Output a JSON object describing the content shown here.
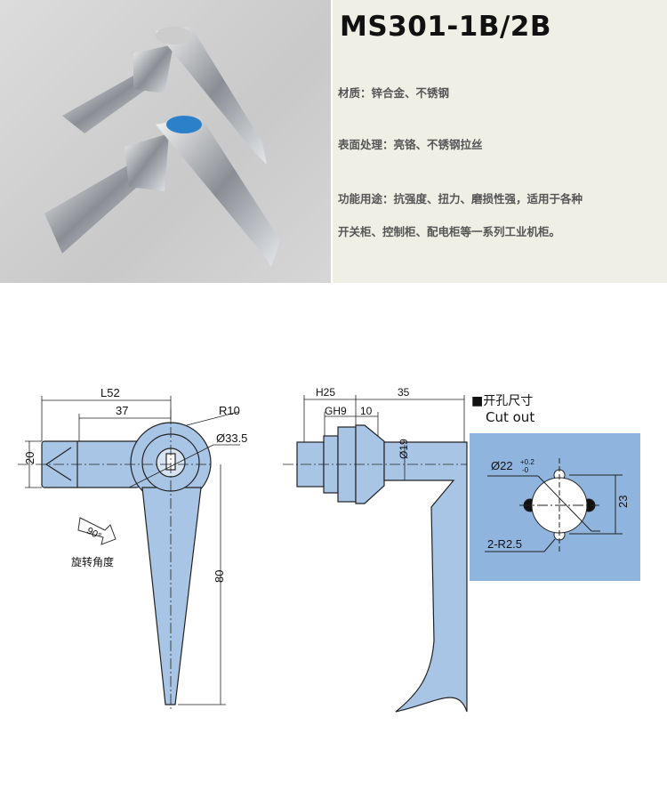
{
  "product": {
    "title": "MS301-1B/2B"
  },
  "specs": [
    "材质：锌合金、不锈钢",
    "表面处理：亮铬、不锈钢拉丝",
    "功能用途：抗强度、扭力、磨损性强，适用于各种",
    "开关柜、控制柜、配电柜等一系列工业机柜。"
  ],
  "front_view": {
    "dim_l": "L52",
    "dim_37": "37",
    "dim_r": "R10",
    "dim_dia": "Ø33.5",
    "dim_20": "20",
    "dim_80": "80",
    "angle": "90°",
    "angle_label": "旋转角度"
  },
  "side_view": {
    "dim_h": "H25",
    "dim_gh": "GH9",
    "dim_10": "10",
    "dim_35": "35",
    "dim_dia": "Ø19"
  },
  "cutout": {
    "title": "■开孔尺寸",
    "subtitle": "Cut out",
    "dim_dia": "Ø22",
    "tol_plus": "+0.2",
    "tol_minus": "-0",
    "dim_23": "23",
    "dim_r": "2-R2.5"
  },
  "colors": {
    "part_fill": "#a9c5e6",
    "cutout_bg": "#8fb5df"
  }
}
